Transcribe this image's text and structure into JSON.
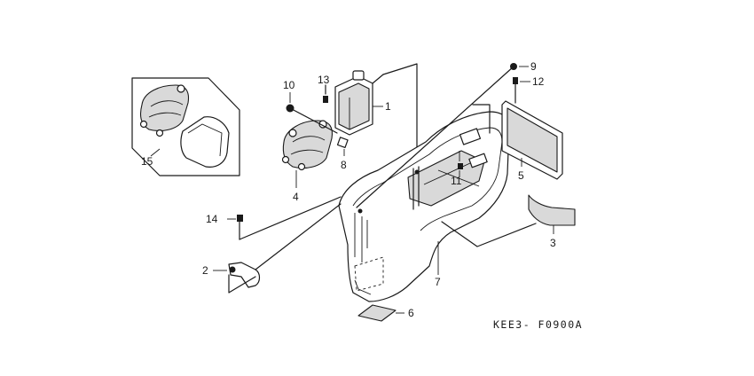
{
  "callouts": [
    "1",
    "2",
    "3",
    "4",
    "5",
    "6",
    "7",
    "8",
    "9",
    "10",
    "11",
    "12",
    "13",
    "14",
    "15"
  ],
  "diagram_code": "KEE3- F0900A"
}
